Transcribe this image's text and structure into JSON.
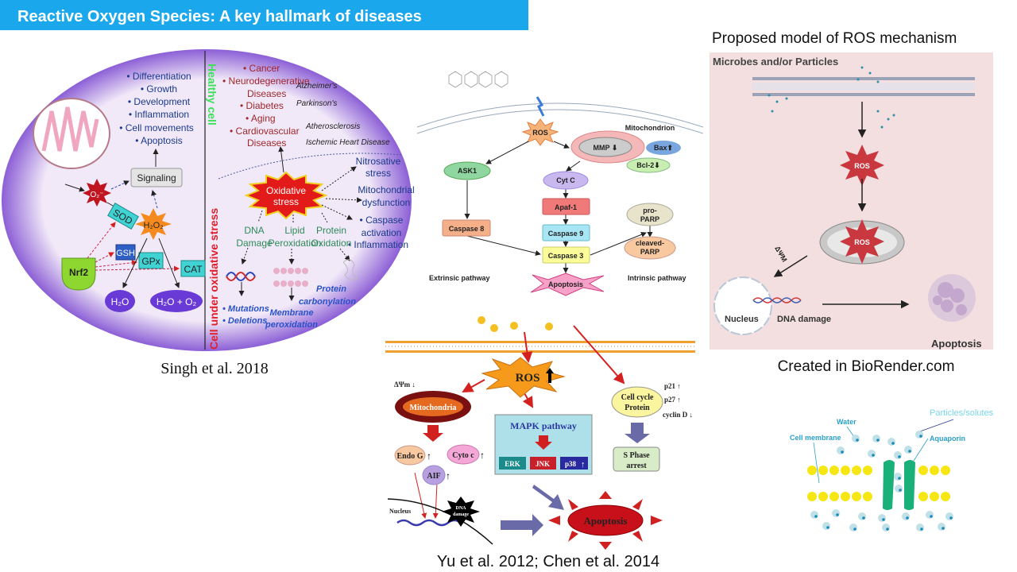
{
  "slide": {
    "title": "Reactive Oxygen Species: A key hallmark of diseases",
    "title_bg": "#1aa7ec"
  },
  "fig1": {
    "healthy_label": "Healthy cell",
    "stress_label": "Cell under oxidative stress",
    "functions": [
      "• Differentiation",
      "• Growth",
      "• Development",
      "• Inflammation",
      "• Cell movements",
      "• Apoptosis"
    ],
    "signaling": "Signaling",
    "o2": "O₂⁻",
    "h2o2": "H₂O₂",
    "sod": "SOD",
    "gsh": "GSH",
    "gpx": "GPx",
    "cat": "CAT",
    "nrf2": "Nrf2",
    "h2o": "H₂O",
    "h2o_o2": "H₂O + O₂",
    "diseases": [
      "• Cancer",
      "• Neurodegenerative",
      "Diseases",
      "• Diabetes",
      "• Aging",
      "• Cardiovascular",
      "Diseases"
    ],
    "subdiseases": [
      "Alzheimer's",
      "Parkinson's",
      "Atherosclerosis",
      "Ischemic Heart Disease"
    ],
    "oxidative": [
      "Oxidative",
      "stress"
    ],
    "effects": [
      "Nitrosative",
      "stress",
      "Mitochondrial",
      "dysfunction",
      "• Caspase",
      "activation",
      "• Inflammation"
    ],
    "damage": [
      "DNA",
      "Damage",
      "Lipid",
      "Peroxidation",
      "Protein",
      "Oxidation"
    ],
    "outcomes": [
      "• Mutations",
      "• Deletions",
      "Membrane",
      "peroxidation",
      "Protein",
      "carbonylation"
    ],
    "caption": "Singh  et al. 2018"
  },
  "fig2": {
    "ros": "ROS",
    "mitochondrion": "Mitochondrion",
    "mmp": "MMP ⬇",
    "bax": "Bax⬆",
    "bcl2": "Bcl-2⬇",
    "ask1": "ASK1",
    "cytc": "Cyt C",
    "apaf1": "Apaf-1",
    "casp8": "Caspase 8",
    "casp9": "Caspase 9",
    "casp3": "Caspase 3",
    "proparp": [
      "pro-",
      "PARP"
    ],
    "cleavedparp": [
      "cleaved-",
      "PARP"
    ],
    "extrinsic": "Extrinsic pathway",
    "intrinsic": "Intrinsic pathway",
    "apoptosis": "Apoptosis"
  },
  "fig3": {
    "ros": "ROS",
    "dpsi": "ΔΨm ↓",
    "mitochondria": "Mitochondria",
    "endog": "Endo G",
    "cytoc": "Cyto c",
    "aif": "AIF",
    "mapk": "MAPK pathway",
    "erk": "ERK",
    "jnk": "JNK",
    "p38": "p38",
    "cellcycle": [
      "Cell cycle",
      "Protein"
    ],
    "markers": [
      "p21 ↑",
      "p27 ↑",
      "cyclin D ↓"
    ],
    "sphase": [
      "S Phase",
      "arrest"
    ],
    "nucleus": "Nucleus",
    "dnadamage": [
      "DNA",
      "damage"
    ],
    "apoptosis": "Apoptosis",
    "caption": "Yu et al. 2012; Chen et al. 2014"
  },
  "fig4": {
    "title": "Proposed model of ROS mechanism",
    "microbes": "Microbes and/or Particles",
    "ros1": "ROS",
    "ros2": "ROS",
    "dpsi": "ΔΨM",
    "nucleus": "Nucleus",
    "dnadamage": "DNA damage",
    "apoptosis": "Apoptosis",
    "caption": "Created in BioRender.com",
    "bg": "#f3dfdf"
  },
  "fig5": {
    "particles": "Particles/solutes",
    "water": "Water",
    "membrane": "Cell membrane",
    "aquaporin": "Aquaporin"
  }
}
